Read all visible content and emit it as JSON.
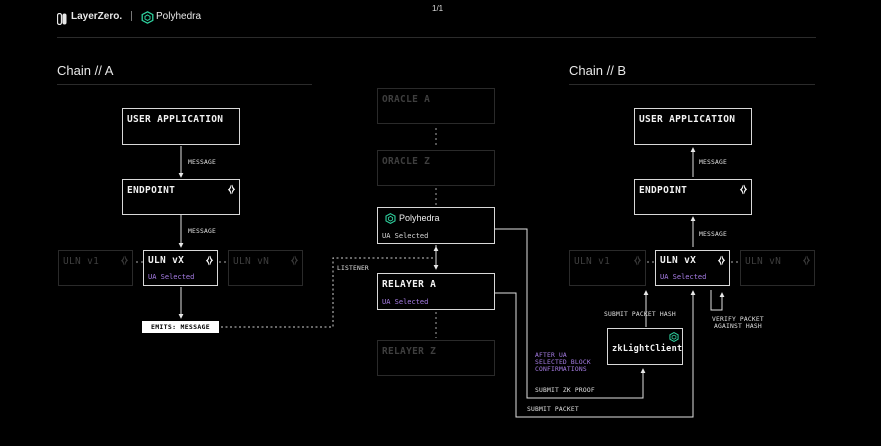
{
  "header": {
    "brand_layerzero": "LayerZero.",
    "brand_polyhedra": "Polyhedra",
    "page_indicator": "1/1"
  },
  "chain_a": {
    "title": "Chain // A",
    "user_application": "USER APPLICATION",
    "endpoint": "ENDPOINT",
    "uln_v1": "ULN v1",
    "uln_vx": "ULN vX",
    "uln_vx_sub": "UA Selected",
    "uln_vn": "ULN vN",
    "msg1": "MESSAGE",
    "msg2": "MESSAGE",
    "emits": "EMITS: MESSAGE"
  },
  "middle": {
    "oracle_a": "ORACLE A",
    "oracle_z": "ORACLE Z",
    "polyhedra_name": "Polyhedra",
    "polyhedra_sub": "UA Selected",
    "relayer_a": "RELAYER A",
    "relayer_a_sub": "UA Selected",
    "relayer_z": "RELAYER Z",
    "listener": "LISTENER"
  },
  "chain_b": {
    "title": "Chain // B",
    "user_application": "USER APPLICATION",
    "endpoint": "ENDPOINT",
    "uln_v1": "ULN v1",
    "uln_vx": "ULN vX",
    "uln_vx_sub": "UA Selected",
    "uln_vn": "ULN vN",
    "msg1": "MESSAGE",
    "msg2": "MESSAGE",
    "zk_light_client": "zkLightClient",
    "submit_packet_hash": "SUBMIT PACKET HASH",
    "verify_line1": "VERIFY PACKET",
    "verify_line2": "AGAINST HASH"
  },
  "flow": {
    "after_ua_line1": "AFTER UA",
    "after_ua_line2": "SELECTED BLOCK",
    "after_ua_line3": "CONFIRMATIONS",
    "submit_zk_proof": "SUBMIT ZK PROOF",
    "submit_packet": "SUBMIT PACKET"
  },
  "colors": {
    "accent_purple": "#a77de6",
    "polyhedra_green": "#2fd3a0",
    "dim_border": "#2a2a2a"
  }
}
